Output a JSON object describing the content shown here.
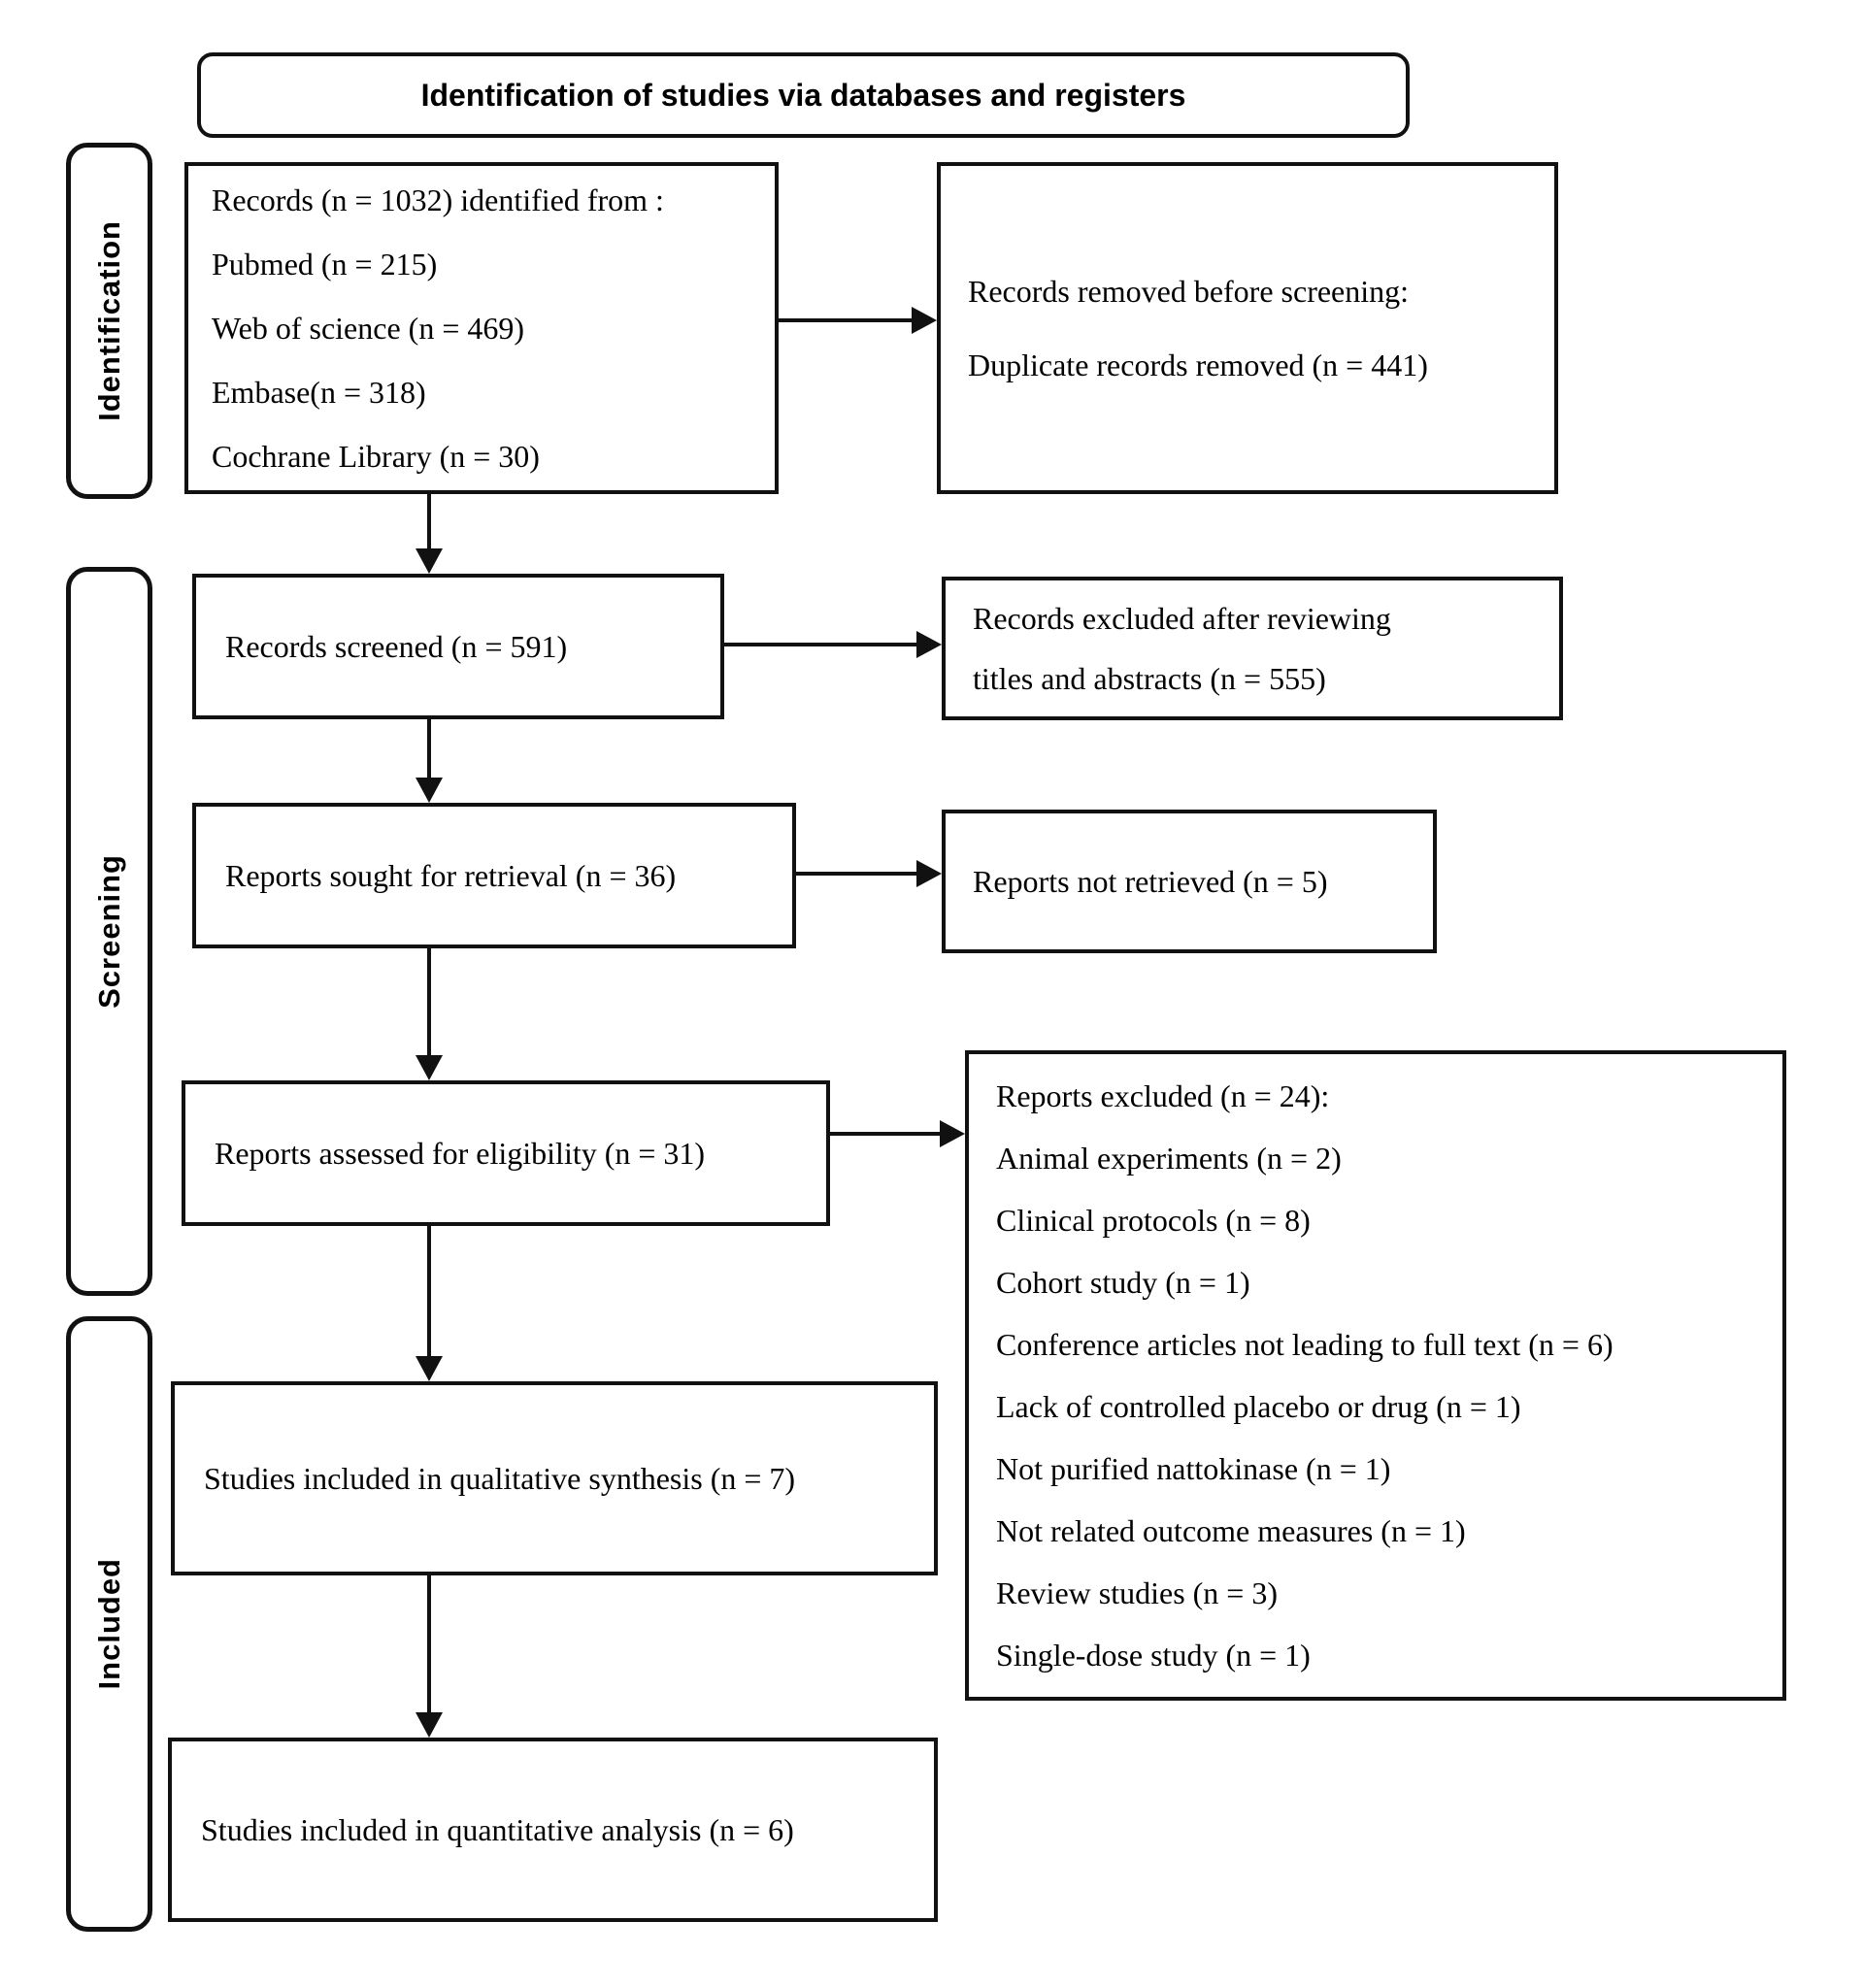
{
  "title": "Identification of studies via databases and registers",
  "stages": [
    "Identification",
    "Screening",
    "Included"
  ],
  "colors": {
    "line": "#111111",
    "background": "#ffffff",
    "text": "#000000"
  },
  "boxes": {
    "identified": {
      "lines": [
        "Records (n = 1032) identified from :",
        "Pubmed (n = 215)",
        "Web of science (n = 469)",
        "Embase(n = 318)",
        "Cochrane Library (n = 30)"
      ]
    },
    "removed_before_screening": {
      "lines": [
        "Records removed before screening:",
        "Duplicate records removed (n = 441)"
      ]
    },
    "records_screened": {
      "lines": [
        "Records screened (n = 591)"
      ]
    },
    "records_excluded": {
      "lines": [
        "Records excluded after reviewing",
        "titles and abstracts (n = 555)"
      ]
    },
    "reports_sought": {
      "lines": [
        "Reports sought for retrieval (n = 36)"
      ]
    },
    "reports_not_retrieved": {
      "lines": [
        "Reports not retrieved (n = 5)"
      ]
    },
    "reports_assessed": {
      "lines": [
        "Reports assessed for eligibility (n = 31)"
      ]
    },
    "reports_excluded": {
      "lines": [
        "Reports excluded (n = 24):",
        "Animal experiments (n = 2)",
        "Clinical protocols (n = 8)",
        "Cohort study (n = 1)",
        "Conference articles not leading to full text (n = 6)",
        "Lack of controlled placebo or drug (n = 1)",
        "Not purified nattokinase (n = 1)",
        "Not related outcome measures (n = 1)",
        "Review studies (n = 3)",
        "Single-dose study (n = 1)"
      ]
    },
    "qualitative": {
      "lines": [
        "Studies included in qualitative synthesis (n = 7)"
      ]
    },
    "quantitative": {
      "lines": [
        "Studies included in quantitative analysis (n = 6)"
      ]
    }
  }
}
